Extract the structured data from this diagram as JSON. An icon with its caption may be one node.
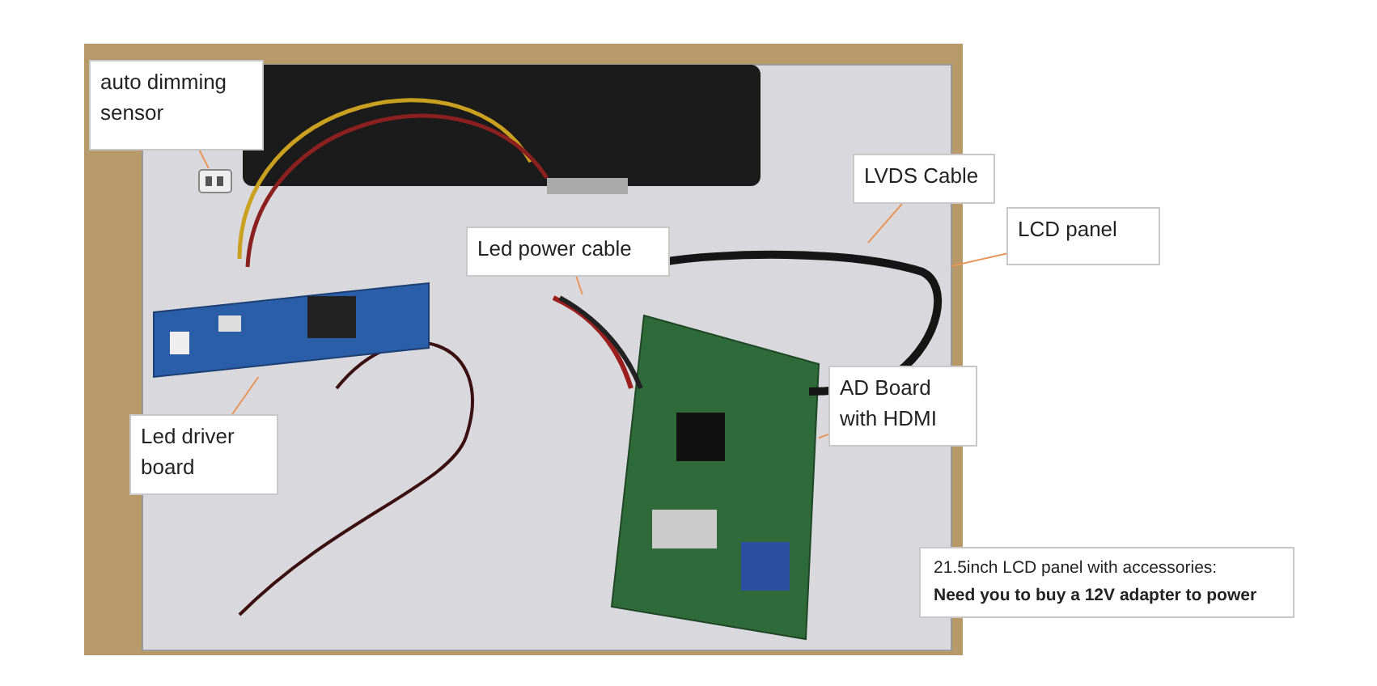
{
  "diagram": {
    "nodes": [
      {
        "text": [],
        "shape": "picture"
      },
      {
        "text": [
          "auto dimming sensor"
        ]
      },
      {
        "text": [],
        "shape": "picture",
        "in": 0
      },
      {
        "text": [
          "Led driver board"
        ]
      },
      {
        "text": [],
        "shape": "picture",
        "in": 0
      },
      {
        "text": [
          "Led power cable"
        ],
        "in": 0
      },
      {
        "text": [],
        "shape": "picture",
        "in": 0
      },
      {
        "text": [
          "LVDS Cable"
        ]
      },
      {
        "text": [],
        "shape": "picture",
        "in": 0
      },
      {
        "text": [
          "LCD panel"
        ]
      },
      {
        "text": [
          "AD Board with HDMI"
        ]
      },
      {
        "text": [],
        "shape": "picture",
        "in": 0
      }
    ],
    "edges": [
      {
        "from": 1,
        "to": 2,
        "arrow": "none"
      },
      {
        "from": 3,
        "to": 4,
        "arrow": "none"
      },
      {
        "from": 5,
        "to": 6,
        "arrow": "none"
      },
      {
        "from": 7,
        "to": 8,
        "arrow": "none"
      },
      {
        "from": 9,
        "to": 0,
        "arrow": "none"
      },
      {
        "from": 10,
        "to": 11,
        "arrow": "none"
      }
    ],
    "labels": [
      "21.5inch LCD panel with accessories:",
      "Need you to buy a 12V adapter to power"
    ]
  }
}
